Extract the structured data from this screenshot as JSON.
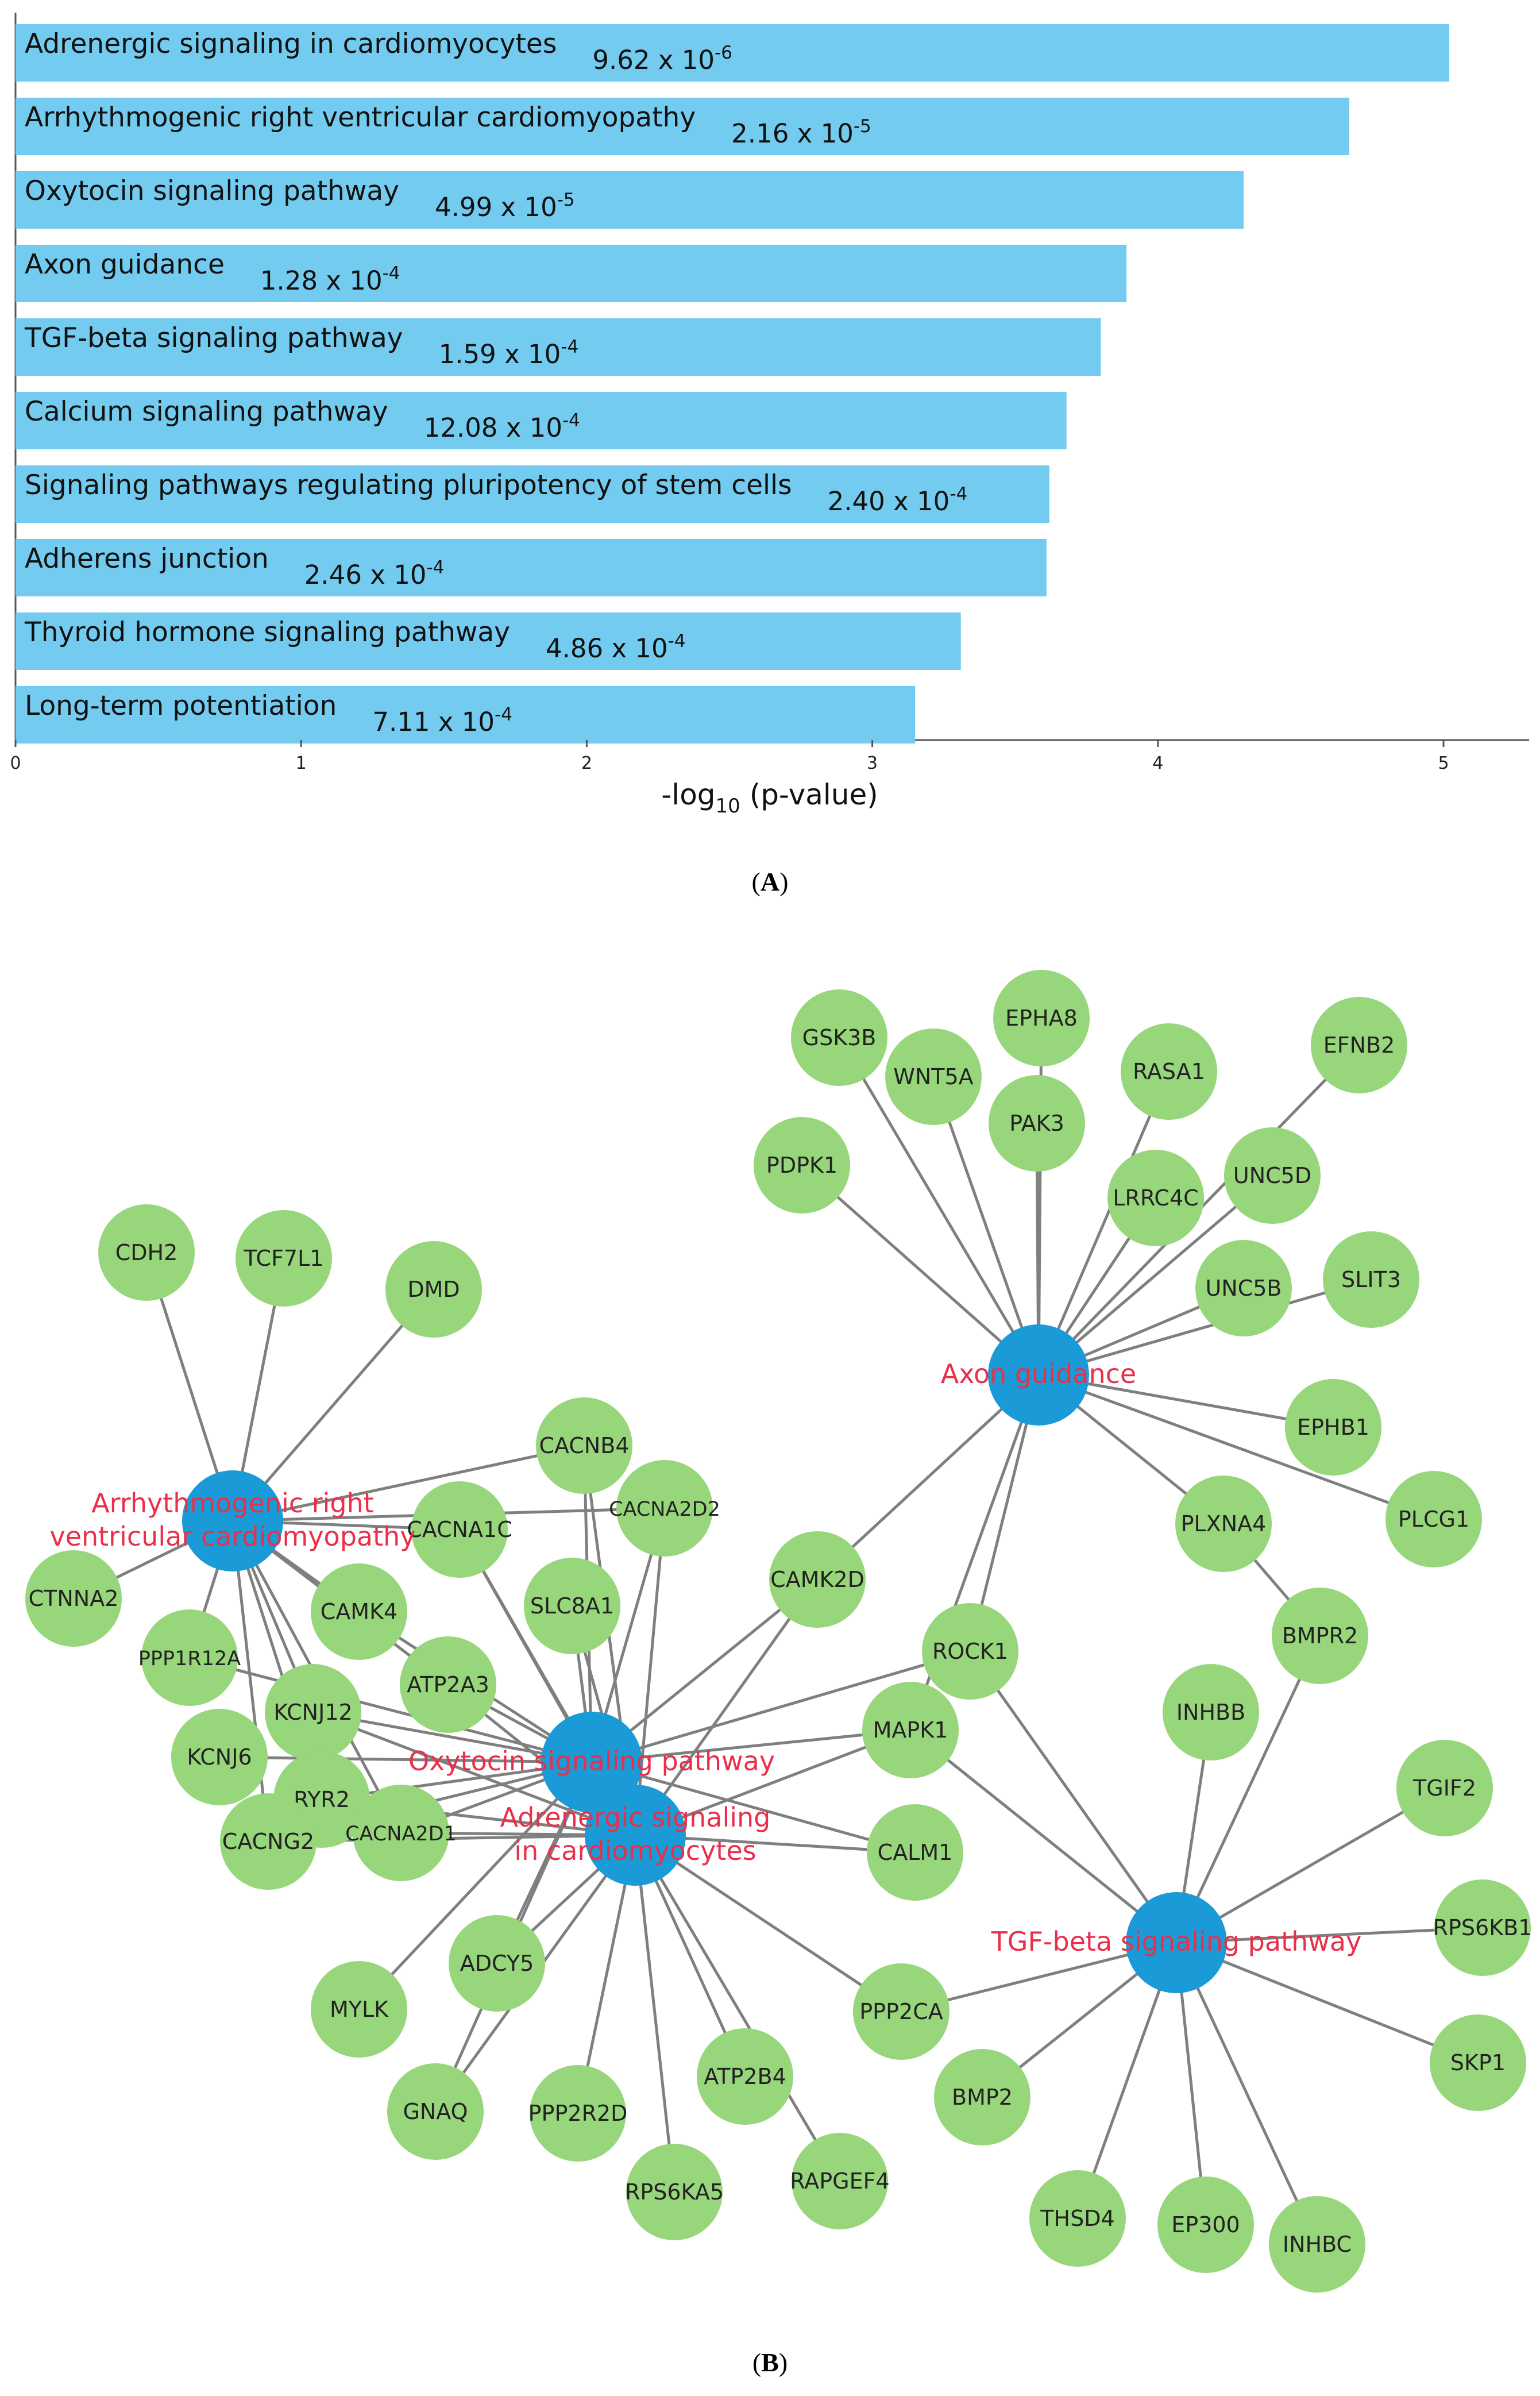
{
  "chart_data": [
    {
      "type": "bar",
      "orientation": "horizontal",
      "categories": [
        "Adrenergic signaling in cardiomyocytes",
        "Arrhythmogenic right ventricular cardiomyopathy",
        "Oxytocin signaling pathway",
        "Axon guidance",
        "TGF-beta signaling pathway",
        "Calcium signaling pathway",
        "Signaling pathways regulating pluripotency of stem cells",
        "Adherens junction",
        "Thyroid hormone signaling pathway",
        "Long-term potentiation"
      ],
      "values": [
        5.02,
        4.67,
        4.3,
        3.89,
        3.8,
        3.68,
        3.62,
        3.61,
        3.31,
        3.15
      ],
      "pvalue_labels": [
        {
          "mantissa": "9.62 x 10",
          "exp": "-6"
        },
        {
          "mantissa": "2.16 x 10",
          "exp": "-5"
        },
        {
          "mantissa": "4.99 x 10",
          "exp": "-5"
        },
        {
          "mantissa": "1.28 x 10",
          "exp": "-4"
        },
        {
          "mantissa": "1.59 x 10",
          "exp": "-4"
        },
        {
          "mantissa": "12.08 x 10",
          "exp": "-4"
        },
        {
          "mantissa": "2.40 x 10",
          "exp": "-4"
        },
        {
          "mantissa": "2.46 x 10",
          "exp": "-4"
        },
        {
          "mantissa": "4.86 x 10",
          "exp": "-4"
        },
        {
          "mantissa": "7.11 x 10",
          "exp": "-4"
        }
      ],
      "xticks": [
        "0",
        "1",
        "2",
        "3",
        "4",
        "5"
      ],
      "xlim": [
        0,
        5.3
      ],
      "xlabel": {
        "pre": "-log",
        "sub": "10",
        "post": " (p-value)"
      },
      "bar_color": "#73cbef",
      "grid": false,
      "panel_label": "A"
    },
    {
      "type": "network",
      "panel_label": "B",
      "colors": {
        "hub": "#1a9ad6",
        "gene": "#97d67a",
        "edge": "#7f7f7f",
        "hub_label": "#ea2f4b",
        "gene_label": "#222222"
      },
      "hubs": [
        {
          "id": "ARVC",
          "label_lines": [
            "Arrhythmogenic right",
            "ventricular cardiomyopathy"
          ]
        },
        {
          "id": "AXON",
          "label_lines": [
            "Axon guidance"
          ]
        },
        {
          "id": "OXY",
          "label_lines": [
            "Oxytocin signaling pathway"
          ]
        },
        {
          "id": "ADR",
          "label_lines": [
            "Adrenergic signaling",
            "in cardiomyocytes"
          ]
        },
        {
          "id": "TGF",
          "label_lines": [
            "TGF-beta signaling pathway"
          ]
        }
      ],
      "genes": [
        "CDH2",
        "TCF7L1",
        "DMD",
        "CTNNA2",
        "PPP1R12A",
        "KCNJ6",
        "KCNJ12",
        "RYR2",
        "CACNG2",
        "CACNA2D1",
        "CAMK4",
        "ATP2A3",
        "CACNA1C",
        "CACNB4",
        "CACNA2D2",
        "SLC8A1",
        "CAMK2D",
        "MYLK",
        "ADCY5",
        "GNAQ",
        "PPP2R2D",
        "RPS6KA5",
        "ATP2B4",
        "RAPGEF4",
        "PPP2CA",
        "CALM1",
        "MAPK1",
        "ROCK1",
        "GSK3B",
        "WNT5A",
        "EPHA8",
        "PAK3",
        "RASA1",
        "EFNB2",
        "PDPK1",
        "LRRC4C",
        "UNC5D",
        "UNC5B",
        "SLIT3",
        "EPHB1",
        "PLCG1",
        "PLXNA4",
        "BMPR2",
        "INHBB",
        "TGIF2",
        "RPS6KB1",
        "SKP1",
        "INHBC",
        "EP300",
        "THSD4",
        "BMP2"
      ],
      "edges": [
        [
          "ARVC",
          "CDH2"
        ],
        [
          "ARVC",
          "TCF7L1"
        ],
        [
          "ARVC",
          "DMD"
        ],
        [
          "ARVC",
          "CTNNA2"
        ],
        [
          "ARVC",
          "CACNB4"
        ],
        [
          "ARVC",
          "CACNA2D2"
        ],
        [
          "ARVC",
          "CACNA1C"
        ],
        [
          "ARVC",
          "CAMK4"
        ],
        [
          "ARVC",
          "KCNJ12"
        ],
        [
          "ARVC",
          "PPP1R12A"
        ],
        [
          "ARVC",
          "RYR2"
        ],
        [
          "ARVC",
          "CACNG2"
        ],
        [
          "ARVC",
          "CACNA2D1"
        ],
        [
          "ARVC",
          "ATP2A3"
        ],
        [
          "AXON",
          "GSK3B"
        ],
        [
          "AXON",
          "WNT5A"
        ],
        [
          "AXON",
          "EPHA8"
        ],
        [
          "AXON",
          "PAK3"
        ],
        [
          "AXON",
          "RASA1"
        ],
        [
          "AXON",
          "EFNB2"
        ],
        [
          "AXON",
          "PDPK1"
        ],
        [
          "AXON",
          "LRRC4C"
        ],
        [
          "AXON",
          "UNC5D"
        ],
        [
          "AXON",
          "UNC5B"
        ],
        [
          "AXON",
          "SLIT3"
        ],
        [
          "AXON",
          "EPHB1"
        ],
        [
          "AXON",
          "PLCG1"
        ],
        [
          "AXON",
          "PLXNA4"
        ],
        [
          "AXON",
          "CAMK2D"
        ],
        [
          "AXON",
          "ROCK1"
        ],
        [
          "AXON",
          "MAPK1"
        ],
        [
          "PLXNA4",
          "BMPR2"
        ],
        [
          "OXY",
          "CACNB4"
        ],
        [
          "OXY",
          "CACNA2D2"
        ],
        [
          "OXY",
          "CACNA1C"
        ],
        [
          "OXY",
          "SLC8A1"
        ],
        [
          "OXY",
          "CAMK4"
        ],
        [
          "OXY",
          "ATP2A3"
        ],
        [
          "OXY",
          "KCNJ12"
        ],
        [
          "OXY",
          "KCNJ6"
        ],
        [
          "OXY",
          "RYR2"
        ],
        [
          "OXY",
          "CACNG2"
        ],
        [
          "OXY",
          "CACNA2D1"
        ],
        [
          "OXY",
          "CAMK2D"
        ],
        [
          "OXY",
          "ROCK1"
        ],
        [
          "OXY",
          "MAPK1"
        ],
        [
          "OXY",
          "CALM1"
        ],
        [
          "OXY",
          "PPP1R12A"
        ],
        [
          "OXY",
          "MYLK"
        ],
        [
          "OXY",
          "ADCY5"
        ],
        [
          "OXY",
          "GNAQ"
        ],
        [
          "OXY",
          "ADR"
        ],
        [
          "ADR",
          "CACNB4"
        ],
        [
          "ADR",
          "CACNA2D2"
        ],
        [
          "ADR",
          "CACNA1C"
        ],
        [
          "ADR",
          "SLC8A1"
        ],
        [
          "ADR",
          "ATP2A3"
        ],
        [
          "ADR",
          "KCNJ12"
        ],
        [
          "ADR",
          "RYR2"
        ],
        [
          "ADR",
          "CACNG2"
        ],
        [
          "ADR",
          "CACNA2D1"
        ],
        [
          "ADR",
          "CAMK2D"
        ],
        [
          "ADR",
          "MAPK1"
        ],
        [
          "ADR",
          "CALM1"
        ],
        [
          "ADR",
          "ADCY5"
        ],
        [
          "ADR",
          "GNAQ"
        ],
        [
          "ADR",
          "PPP2R2D"
        ],
        [
          "ADR",
          "RPS6KA5"
        ],
        [
          "ADR",
          "ATP2B4"
        ],
        [
          "ADR",
          "RAPGEF4"
        ],
        [
          "ADR",
          "PPP2CA"
        ],
        [
          "TGF",
          "ROCK1"
        ],
        [
          "TGF",
          "MAPK1"
        ],
        [
          "TGF",
          "BMPR2"
        ],
        [
          "TGF",
          "INHBB"
        ],
        [
          "TGF",
          "TGIF2"
        ],
        [
          "TGF",
          "RPS6KB1"
        ],
        [
          "TGF",
          "SKP1"
        ],
        [
          "TGF",
          "INHBC"
        ],
        [
          "TGF",
          "EP300"
        ],
        [
          "TGF",
          "THSD4"
        ],
        [
          "TGF",
          "BMP2"
        ],
        [
          "TGF",
          "PPP2CA"
        ]
      ]
    }
  ]
}
